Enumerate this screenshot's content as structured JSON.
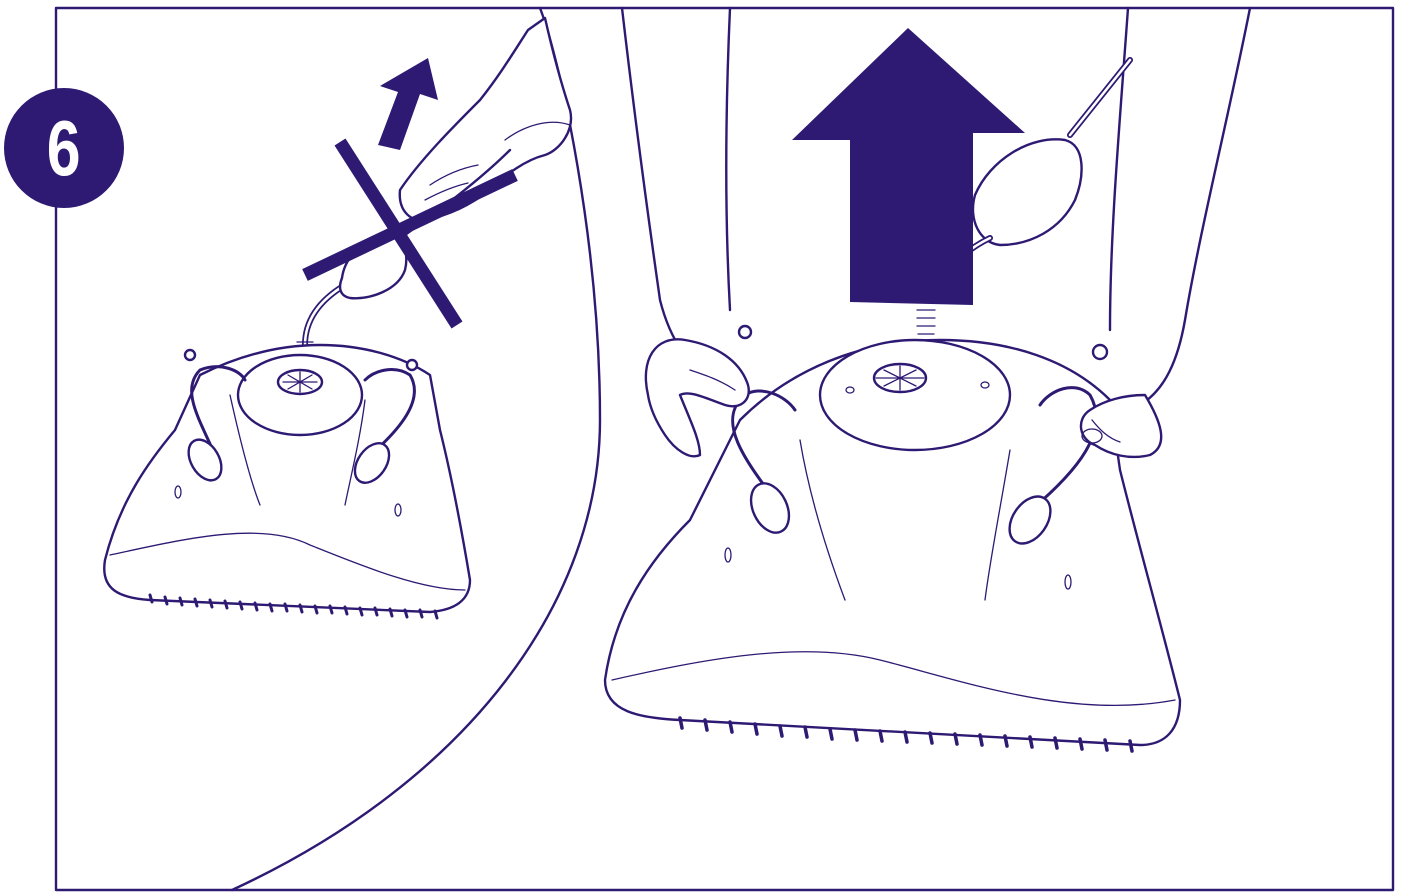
{
  "step": {
    "number": "6"
  },
  "colors": {
    "ink": "#2e1a73",
    "background": "#ffffff"
  },
  "panels": {
    "left": {
      "icon": "cross-mark-icon",
      "meaning": "incorrect"
    },
    "right": {
      "icon": "up-arrow-icon",
      "meaning": "correct"
    }
  }
}
